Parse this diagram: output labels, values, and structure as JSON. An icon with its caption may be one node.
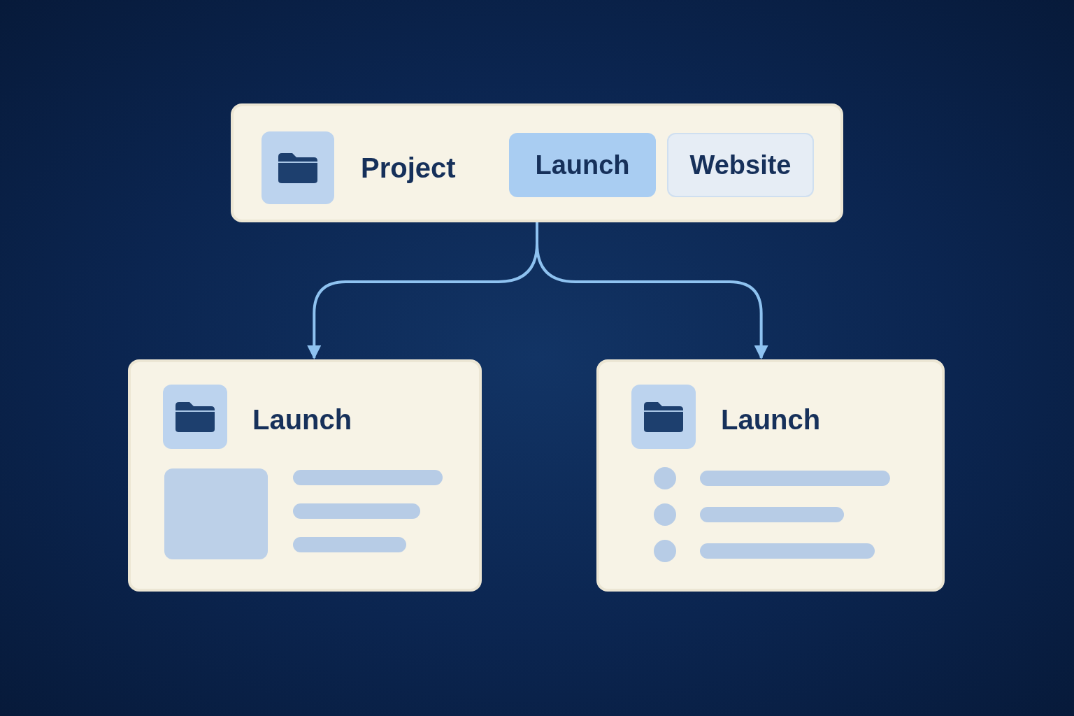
{
  "diagram": {
    "nodes": [
      {
        "text": [
          "Project"
        ]
      },
      {
        "text": [
          "Launch"
        ],
        "in": 0
      },
      {
        "text": [
          "Website"
        ],
        "in": 0
      },
      {
        "text": [
          "Launch"
        ]
      },
      {
        "text": [
          "Launch"
        ]
      }
    ],
    "edges": [
      {
        "from": 0,
        "to": 3,
        "arrow": "to"
      },
      {
        "from": 0,
        "to": 4,
        "arrow": "to"
      }
    ]
  }
}
